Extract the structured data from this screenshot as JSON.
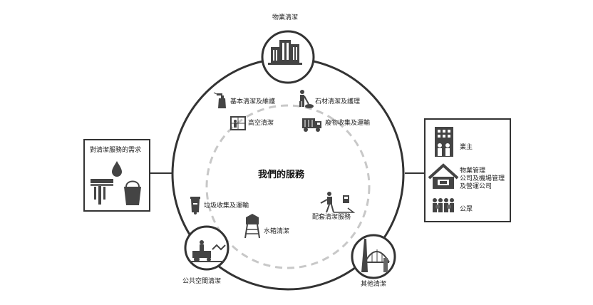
{
  "center_title": "我們的服務",
  "demand_box": {
    "title": "對清潔服務的需求"
  },
  "top_node": {
    "label": "物業清潔"
  },
  "bottom_left_node": {
    "label": "公共空間清潔"
  },
  "bottom_right_node": {
    "label": "其他清潔"
  },
  "services": {
    "basic": "基本清潔及維護",
    "stone": "石材清潔及護理",
    "high": "高空清潔",
    "waste": "廢物收集及運輸",
    "garbage": "垃圾收集及運輸",
    "tank": "水箱清潔",
    "supporting": "配套清潔服務"
  },
  "clients": [
    {
      "label": "業主",
      "icon": "building-people-icon"
    },
    {
      "label": "物業管理\n公司及機場管理\n及營運公司",
      "icon": "house-handshake-icon"
    },
    {
      "label": "公眾",
      "icon": "crowd-icon"
    }
  ],
  "colors": {
    "line": "#333333",
    "dash": "#c8c8c8",
    "icon": "#444444",
    "fill": "#ffffff"
  }
}
